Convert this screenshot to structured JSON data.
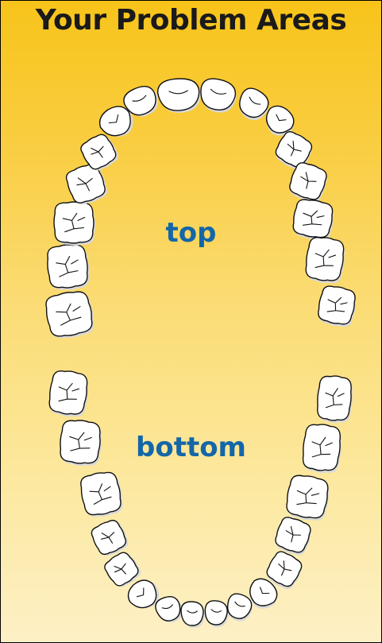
{
  "title": "Your Problem Areas",
  "labels": {
    "top": "top",
    "bottom": "bottom"
  },
  "colors": {
    "label": "#1466a8",
    "title": "#1a1a1a",
    "tooth_fill": "#ffffff",
    "tooth_shade": "#d9d9d9",
    "tooth_stroke": "#111111"
  },
  "teeth": {
    "upper": [
      "molar",
      "molar",
      "molar",
      "premolar",
      "premolar",
      "canine",
      "lateral-incisor",
      "central-incisor",
      "central-incisor",
      "lateral-incisor",
      "canine",
      "premolar",
      "premolar",
      "molar",
      "molar",
      "molar"
    ],
    "lower": [
      "molar",
      "molar",
      "molar",
      "premolar",
      "premolar",
      "canine",
      "incisor",
      "incisor",
      "incisor",
      "incisor",
      "canine",
      "premolar",
      "premolar",
      "molar",
      "molar",
      "molar"
    ]
  }
}
